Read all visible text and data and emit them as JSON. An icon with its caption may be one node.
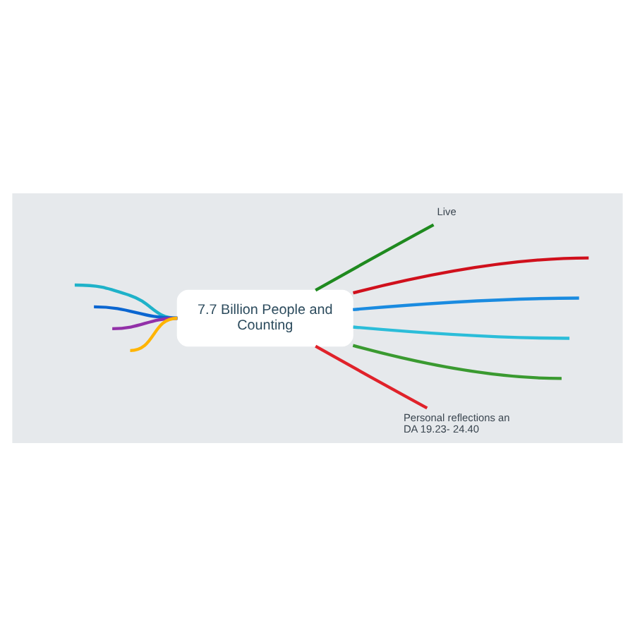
{
  "diagram": {
    "nodes": [
      {
        "text": [
          "Live"
        ]
      },
      {
        "text": [
          "7.7 Billion People and Counting"
        ]
      },
      {
        "text": [
          "Personal reflections an DA 19.23- 24.40"
        ]
      }
    ],
    "edges": [
      {
        "from": 1,
        "to": 0,
        "arrow": "none",
        "color": "#1f8a1f"
      },
      {
        "from": 1,
        "to": null,
        "arrow": "none",
        "color": "#d0101c"
      },
      {
        "from": 1,
        "to": null,
        "arrow": "none",
        "color": "#1a8be0"
      },
      {
        "from": 1,
        "to": null,
        "arrow": "none",
        "color": "#2bbdd9"
      },
      {
        "from": 1,
        "to": null,
        "arrow": "none",
        "color": "#3a9a30"
      },
      {
        "from": 1,
        "to": 2,
        "arrow": "none",
        "color": "#e0222a"
      },
      {
        "from": 1,
        "to": null,
        "arrow": "none",
        "color": "#1fb2c9"
      },
      {
        "from": 1,
        "to": null,
        "arrow": "none",
        "color": "#0b66d1"
      },
      {
        "from": 1,
        "to": null,
        "arrow": "none",
        "color": "#9230a8"
      },
      {
        "from": 1,
        "to": null,
        "arrow": "none",
        "color": "#ffb400"
      }
    ]
  }
}
